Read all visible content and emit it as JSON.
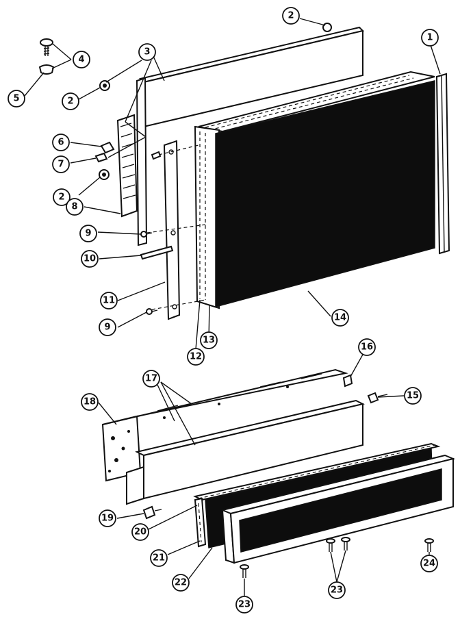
{
  "callouts": [
    {
      "id": "c1",
      "label": "1"
    },
    {
      "id": "c2a",
      "label": "2"
    },
    {
      "id": "c2b",
      "label": "2"
    },
    {
      "id": "c2c",
      "label": "2"
    },
    {
      "id": "c3",
      "label": "3"
    },
    {
      "id": "c4",
      "label": "4"
    },
    {
      "id": "c5",
      "label": "5"
    },
    {
      "id": "c6",
      "label": "6"
    },
    {
      "id": "c7",
      "label": "7"
    },
    {
      "id": "c8",
      "label": "8"
    },
    {
      "id": "c9a",
      "label": "9"
    },
    {
      "id": "c9b",
      "label": "9"
    },
    {
      "id": "c10",
      "label": "10"
    },
    {
      "id": "c11",
      "label": "11"
    },
    {
      "id": "c12",
      "label": "12"
    },
    {
      "id": "c13",
      "label": "13"
    },
    {
      "id": "c14",
      "label": "14"
    },
    {
      "id": "c15",
      "label": "15"
    },
    {
      "id": "c16",
      "label": "16"
    },
    {
      "id": "c17",
      "label": "17"
    },
    {
      "id": "c18",
      "label": "18"
    },
    {
      "id": "c19",
      "label": "19"
    },
    {
      "id": "c20",
      "label": "20"
    },
    {
      "id": "c21",
      "label": "21"
    },
    {
      "id": "c22",
      "label": "22"
    },
    {
      "id": "c23a",
      "label": "23"
    },
    {
      "id": "c23b",
      "label": "23"
    },
    {
      "id": "c24",
      "label": "24"
    }
  ]
}
